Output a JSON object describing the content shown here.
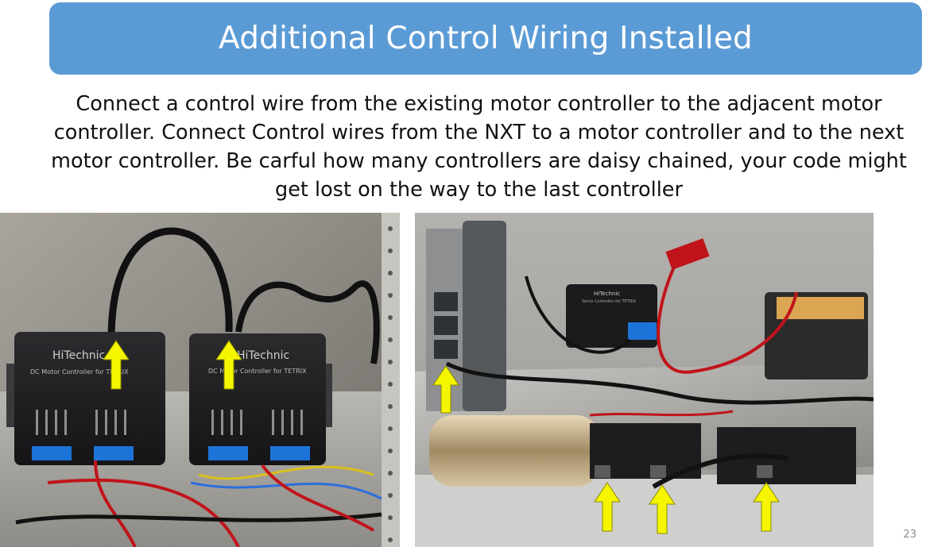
{
  "slide": {
    "title": "Additional Control Wiring Installed",
    "body": "Connect a control wire from the existing motor controller to the adjacent motor controller. Connect Control wires from the NXT to a motor controller and to the next motor controller. Be carful how many controllers are daisy chained, your code might get lost on the way to the last controller",
    "page_number": "23"
  },
  "photos": {
    "left": {
      "controller_1_brand": "HiTechnic",
      "controller_1_label": "DC Motor Controller for TETRIX",
      "controller_2_brand": "HiTechnic",
      "controller_2_label": "DC Motor Controller for TETRIX"
    },
    "right": {
      "servo_brand": "HiTechnic",
      "servo_label": "Servo Controller for TETRIX"
    }
  },
  "colors": {
    "title_banner": "#5b9bd5",
    "title_text": "#ffffff",
    "arrow": "#f5f500",
    "wire_red": "#c0141a",
    "wire_black": "#121212"
  }
}
